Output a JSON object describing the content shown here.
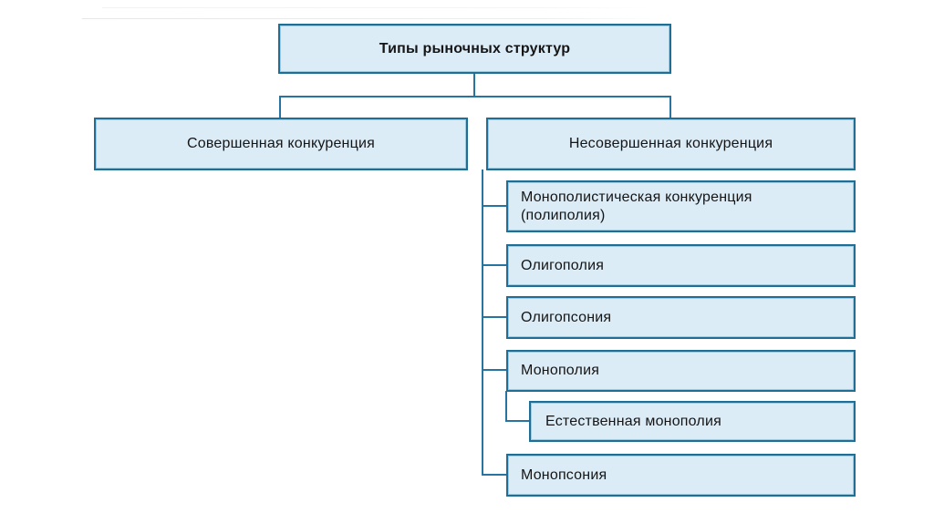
{
  "diagram": {
    "root": {
      "label": "Типы рыночных структур"
    },
    "level2": [
      {
        "label": "Совершенная конкуренция"
      },
      {
        "label": "Несовершенная конкуренция"
      }
    ],
    "imperfect_types": [
      {
        "label": "Монополистическая конкуренция (полиполия)",
        "line1": "Монополистическая конкуренция",
        "line2": "(полиполия)"
      },
      {
        "label": "Олигополия"
      },
      {
        "label": "Олигопсония"
      },
      {
        "label": "Монополия",
        "child": {
          "label": "Естественная монополия"
        }
      },
      {
        "label": "Монопсония"
      }
    ],
    "colors": {
      "box_fill": "#dbecf7",
      "box_border": "#1e6e95",
      "box_inner_highlight": "#9ecbdf",
      "connector": "#26749f",
      "text": "#151515",
      "background": "#ffffff"
    }
  }
}
